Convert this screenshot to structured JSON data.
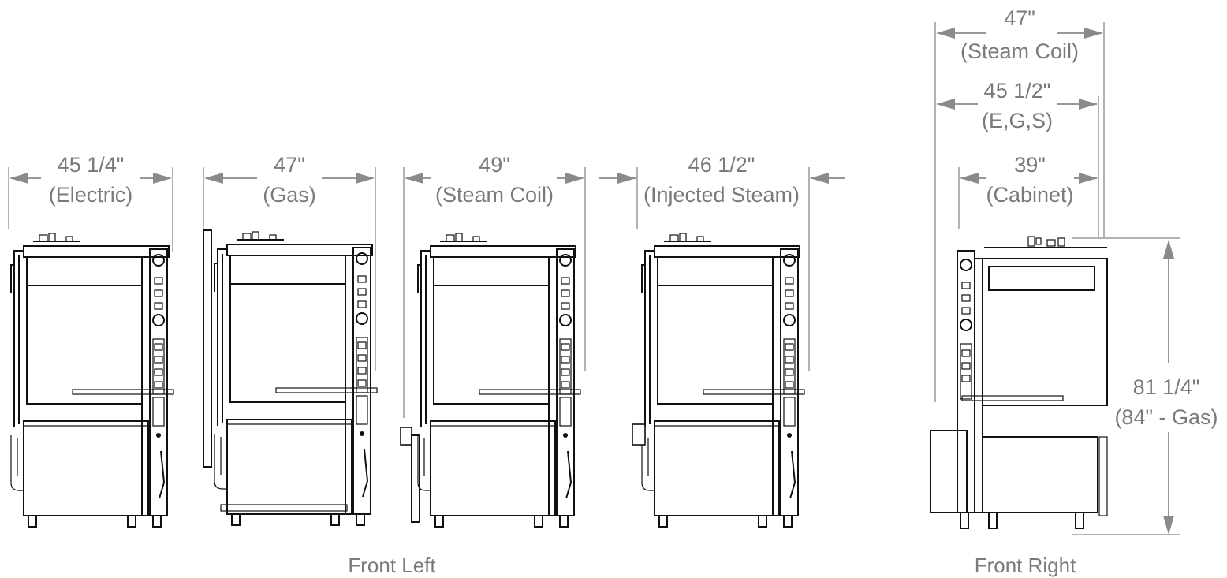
{
  "diagram": {
    "views": [
      {
        "caption": "Front Left"
      },
      {
        "caption": "Front Right"
      }
    ],
    "dimensions": [
      {
        "value": "45 1/4\"",
        "note": "(Electric)"
      },
      {
        "value": "47\"",
        "note": "(Gas)"
      },
      {
        "value": "49\"",
        "note": "(Steam Coil)"
      },
      {
        "value": "46 1/2\"",
        "note": "(Injected Steam)"
      },
      {
        "value": "47\"",
        "note": "(Steam Coil)"
      },
      {
        "value": "45 1/2\"",
        "note": "(E,G,S)"
      },
      {
        "value": "39\"",
        "note": "(Cabinet)"
      },
      {
        "value": "81 1/4\"",
        "note": "(84\" - Gas)"
      }
    ],
    "colors": {
      "dimension": "#7a7a7a",
      "outline": "#111111",
      "background": "#ffffff"
    }
  }
}
